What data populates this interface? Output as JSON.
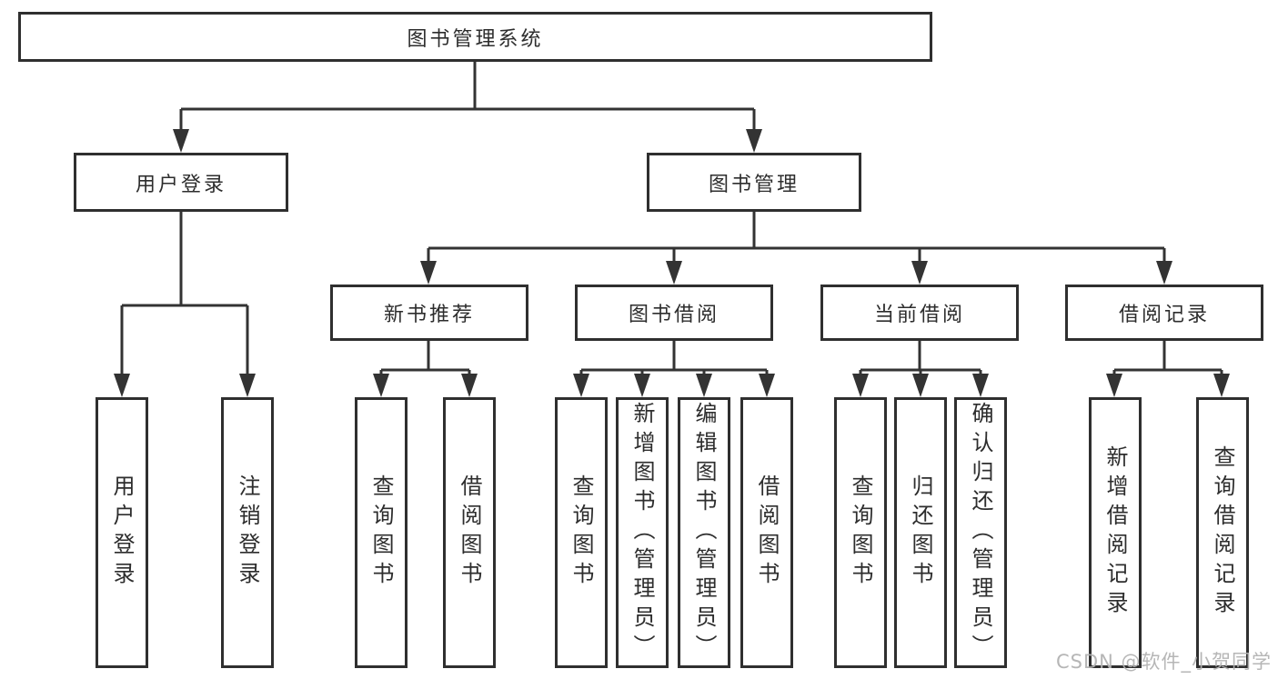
{
  "diagram": {
    "root": {
      "label": "图书管理系统"
    },
    "level2": [
      {
        "label": "用户登录"
      },
      {
        "label": "图书管理"
      }
    ],
    "level3": [
      {
        "label": "新书推荐"
      },
      {
        "label": "图书借阅"
      },
      {
        "label": "当前借阅"
      },
      {
        "label": "借阅记录"
      }
    ],
    "leaves": {
      "user_login": [
        "用户登录",
        "注销登录"
      ],
      "new_book": [
        "查询图书",
        "借阅图书"
      ],
      "book_borrow": [
        "查询图书",
        "新增图书（管理员）",
        "编辑图书（管理员）",
        "借阅图书"
      ],
      "current_borrow": [
        "查询图书",
        "归还图书",
        "确认归还（管理员）"
      ],
      "borrow_record": [
        "新增借阅记录",
        "查询借阅记录"
      ]
    }
  },
  "watermark": {
    "text": "CSDN @软件_小贺同学"
  },
  "colors": {
    "line": "#333333",
    "border": "#2f2f2f",
    "text": "#2d2d2d",
    "watermark": "#b2b2b2",
    "background": "#ffffff"
  }
}
